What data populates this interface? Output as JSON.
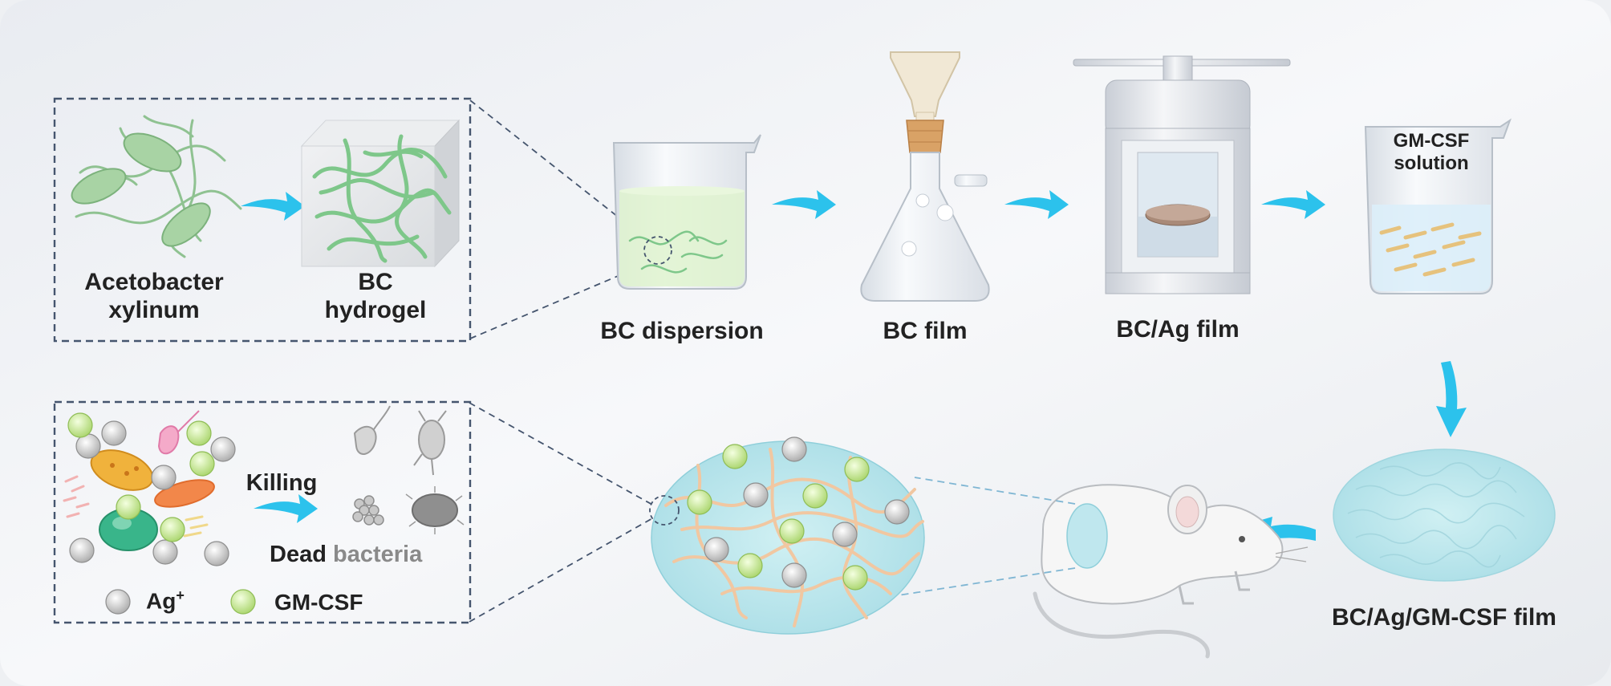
{
  "labels": {
    "acetobacter_line1": "Acetobacter",
    "acetobacter_line2": "xylinum",
    "bc_hydrogel_line1": "BC",
    "bc_hydrogel_line2": "hydrogel",
    "bc_dispersion": "BC dispersion",
    "bc_film": "BC film",
    "bc_ag_film": "BC/Ag film",
    "gmcsf_solution_line1": "GM-CSF",
    "gmcsf_solution_line2": "solution",
    "bc_ag_gmcsf_film": "BC/Ag/GM-CSF film",
    "killing": "Killing",
    "dead_word": "Dead",
    "bacteria_word": "bacteria",
    "legend_ag": "Ag",
    "legend_ag_superscript": "+",
    "legend_gmcsf": "GM-CSF"
  },
  "colors": {
    "background": "#eef0f3",
    "arrow": "#2cc2ec",
    "dashed_box": "#45556e",
    "bc_fiber": "#7ec78a",
    "fiber_tan": "#f1c7a1",
    "ag_particle": "#d8d8d8",
    "gmcsf_particle": "#cfe9a0",
    "film_blue": "#b9e6ec",
    "dead_bacteria": "#9a9a9a"
  },
  "icons": [
    "bacterium-icon",
    "hydrogel-cube-icon",
    "beaker-icon",
    "filter-flask-icon",
    "press-autoclave-icon",
    "solution-beaker-icon",
    "film-disc-icon",
    "mouse-icon",
    "live-bacteria-icon",
    "dead-bacteria-icon"
  ]
}
